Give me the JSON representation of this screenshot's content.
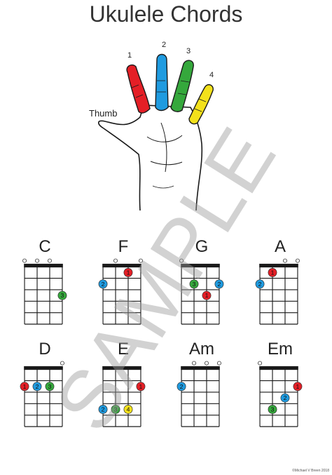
{
  "page": {
    "title": "Ukulele Chords",
    "thumb_label": "Thumb",
    "finger_numbers": [
      "1",
      "2",
      "3",
      "4"
    ],
    "finger_colors": [
      "#e41f26",
      "#1f9be0",
      "#35a83c",
      "#f3e11b"
    ],
    "watermark_text": "SAMPLE",
    "footer": "©Michael V Breen 2018"
  },
  "chords": [
    {
      "name": "C",
      "open": [
        true,
        true,
        true,
        false
      ],
      "dots": [
        {
          "string": 4,
          "fret": 3,
          "finger": "3"
        }
      ]
    },
    {
      "name": "F",
      "open": [
        false,
        true,
        false,
        true
      ],
      "dots": [
        {
          "string": 3,
          "fret": 1,
          "finger": "1"
        },
        {
          "string": 1,
          "fret": 2,
          "finger": "2"
        }
      ]
    },
    {
      "name": "G",
      "open": [
        true,
        false,
        false,
        false
      ],
      "dots": [
        {
          "string": 2,
          "fret": 2,
          "finger": "3"
        },
        {
          "string": 4,
          "fret": 2,
          "finger": "2"
        },
        {
          "string": 3,
          "fret": 3,
          "finger": "1"
        }
      ]
    },
    {
      "name": "A",
      "open": [
        false,
        false,
        true,
        true
      ],
      "dots": [
        {
          "string": 2,
          "fret": 1,
          "finger": "1"
        },
        {
          "string": 1,
          "fret": 2,
          "finger": "2"
        }
      ]
    },
    {
      "name": "D",
      "open": [
        false,
        false,
        false,
        true
      ],
      "dots": [
        {
          "string": 1,
          "fret": 2,
          "finger": "1"
        },
        {
          "string": 2,
          "fret": 2,
          "finger": "2"
        },
        {
          "string": 3,
          "fret": 2,
          "finger": "3"
        }
      ]
    },
    {
      "name": "E",
      "open": [
        false,
        false,
        false,
        false
      ],
      "dots": [
        {
          "string": 4,
          "fret": 2,
          "finger": "1"
        },
        {
          "string": 1,
          "fret": 4,
          "finger": "2"
        },
        {
          "string": 2,
          "fret": 4,
          "finger": "3"
        },
        {
          "string": 3,
          "fret": 4,
          "finger": "4"
        }
      ]
    },
    {
      "name": "Am",
      "open": [
        false,
        true,
        true,
        true
      ],
      "dots": [
        {
          "string": 1,
          "fret": 2,
          "finger": "2"
        }
      ]
    },
    {
      "name": "Em",
      "open": [
        true,
        false,
        false,
        false
      ],
      "dots": [
        {
          "string": 4,
          "fret": 2,
          "finger": "1"
        },
        {
          "string": 3,
          "fret": 3,
          "finger": "2"
        },
        {
          "string": 2,
          "fret": 4,
          "finger": "3"
        }
      ]
    }
  ]
}
